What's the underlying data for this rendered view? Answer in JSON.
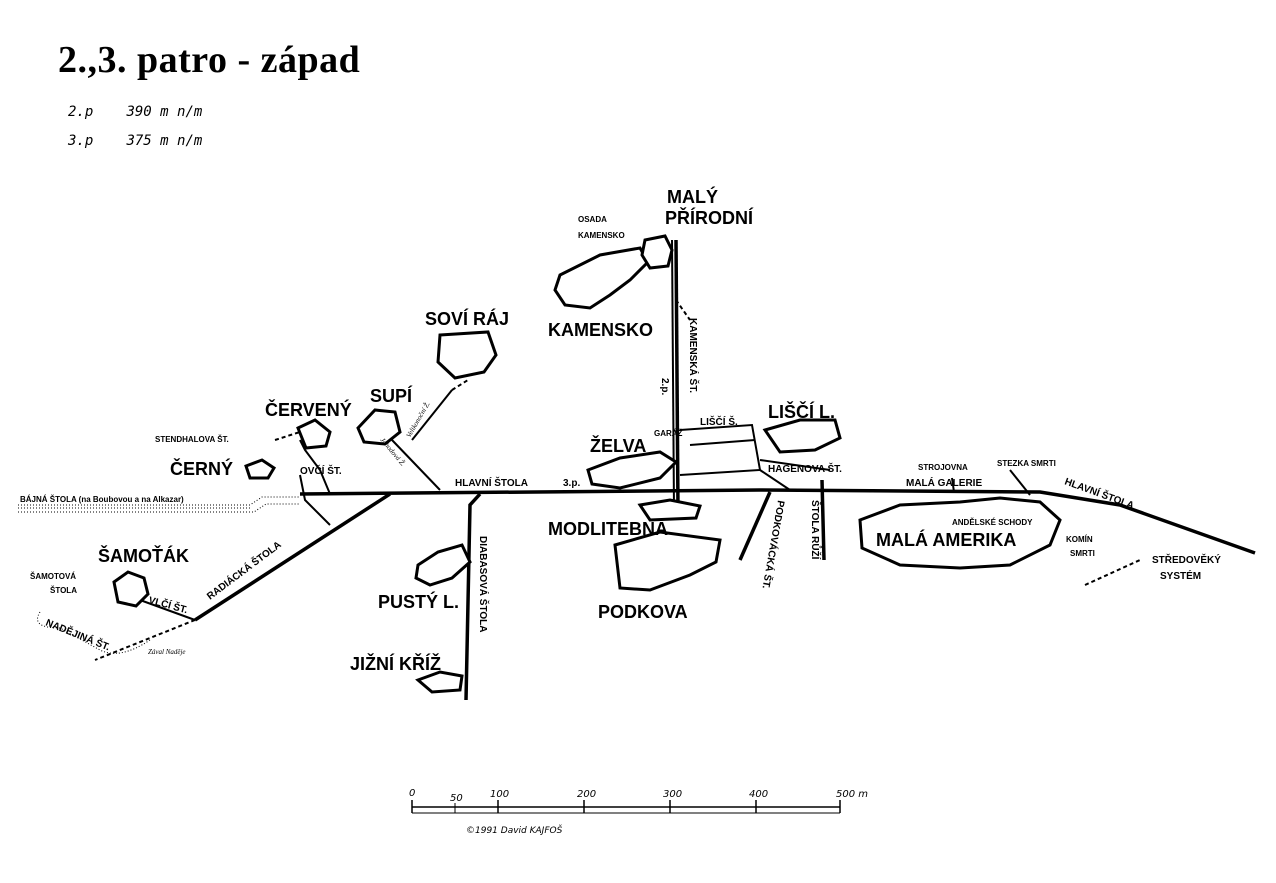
{
  "title": "2.,3. patro - západ",
  "elevations": [
    {
      "level": "2.p",
      "value": "390 m n/m"
    },
    {
      "level": "3.p",
      "value": "375 m n/m"
    }
  ],
  "labels": {
    "maly_prirodni_1": "MALÝ",
    "maly_prirodni_2": "PŘÍRODNÍ",
    "osada_kamensko_1": "OSADA",
    "osada_kamensko_2": "KAMENSKO",
    "kamensko": "KAMENSKO",
    "kamenska_st": "KAMENSKÁ ŠT.",
    "sovi_raj": "SOVÍ RÁJ",
    "supi": "SUPÍ",
    "cerveny": "ČERVENÝ",
    "stendhalova_st": "STENDHALOVA ŠT.",
    "cerny": "ČERNÝ",
    "ovci_st": "OVČÍ ŠT.",
    "bajna_stola": "BÁJNÁ ŠTOLA (na Boubovou a na Alkazar)",
    "hlavni_stola": "HLAVNÍ ŠTOLA",
    "level_3p": "3.p.",
    "level_2p": "2.p.",
    "zelva": "ŽELVA",
    "garaz": "GARÁŽ",
    "lisci_st": "LIŠČÍ Š.",
    "lisci_l": "LIŠČÍ L.",
    "hagenova_st": "HAGENOVA ŠT.",
    "strojovna": "STROJOVNA",
    "mala_galerie": "MALÁ GALERIE",
    "stezka_smrti": "STEZKA SMRTI",
    "hlavni_stola_2": "HLAVNÍ ŠTOLA",
    "andelske_schody": "ANDĚLSKÉ SCHODY",
    "mala_amerika": "MALÁ AMERIKA",
    "komin_smrti_1": "KOMÍN",
    "komin_smrti_2": "SMRTI",
    "stredoveky_1": "STŘEDOVĚKÝ",
    "stredoveky_2": "SYSTÉM",
    "stola_ruzi": "ŠTOLA RŮŽÍ",
    "podkovacka_st": "PODKOVÁCKÁ ŠT.",
    "modlitebna": "MODLITEBNA",
    "podkova": "PODKOVA",
    "diabasova_stola": "DIABASOVÁ ŠTOLA",
    "pusty_l": "PUSTÝ L.",
    "jizni_kriz": "JIŽNÍ KŘÍŽ",
    "samotak": "ŠAMOŤÁK",
    "samotova_1": "ŠAMOTOVÁ",
    "samotova_2": "ŠTOLA",
    "vlci_st": "VLČÍ ŠT.",
    "radiacka_stola": "RADIÁCKÁ ŠTOLA",
    "nadejina_st": "NADĚJINÁ ŠT.",
    "zaval_nadeje": "Zával Naděje",
    "velikonocni": "Velikonoční Ž.",
    "jahodova": "Jahodová Ž."
  },
  "scale": {
    "ticks": [
      "0",
      "50",
      "100",
      "200",
      "300",
      "400",
      "500 m"
    ]
  },
  "credit": "©1991 David KAJFOŠ"
}
